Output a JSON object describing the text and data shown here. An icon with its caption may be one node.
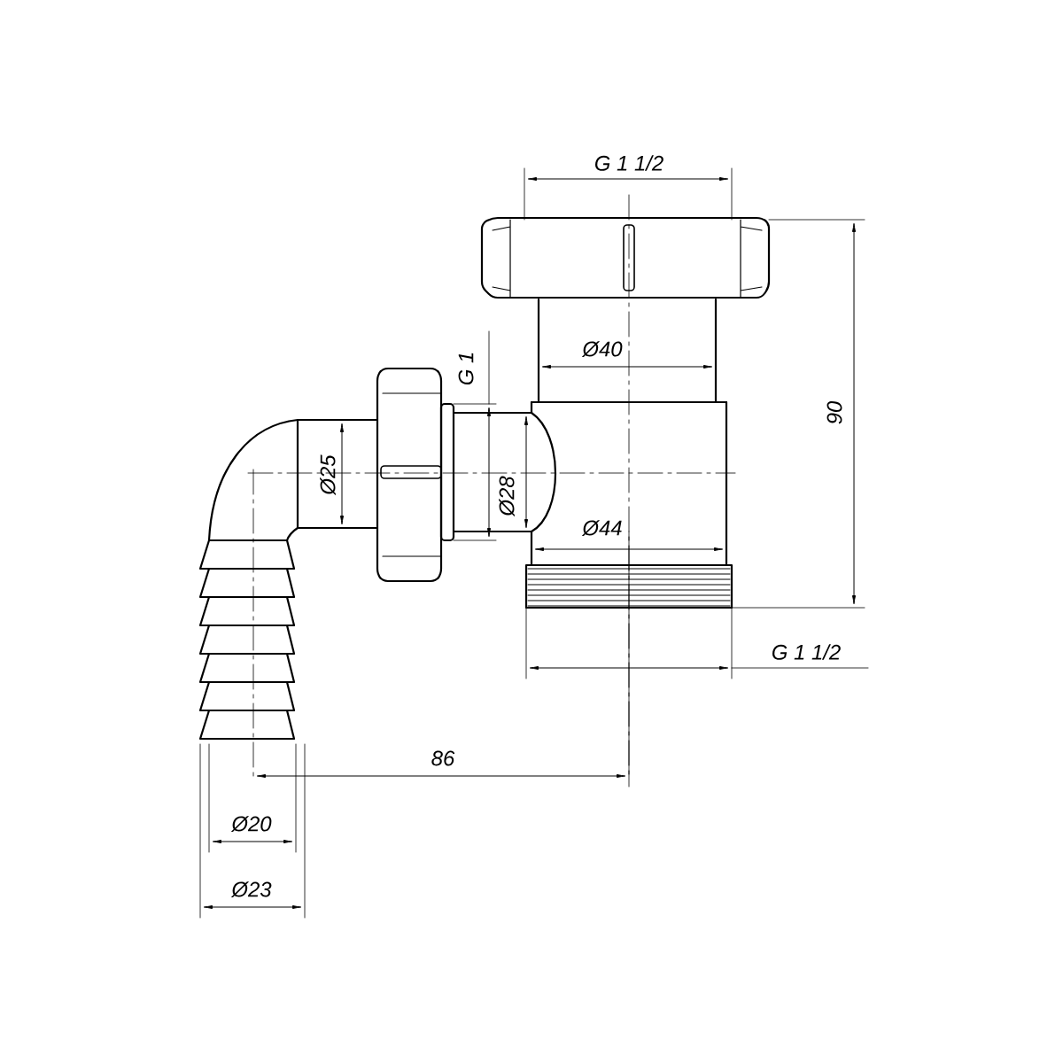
{
  "diagram": {
    "labels": [
      "G 1 1/2",
      "Ø40",
      "G 1",
      "Ø25",
      "Ø28",
      "Ø44",
      "90",
      "G 1 1/2",
      "86",
      "Ø20",
      "Ø23"
    ]
  }
}
